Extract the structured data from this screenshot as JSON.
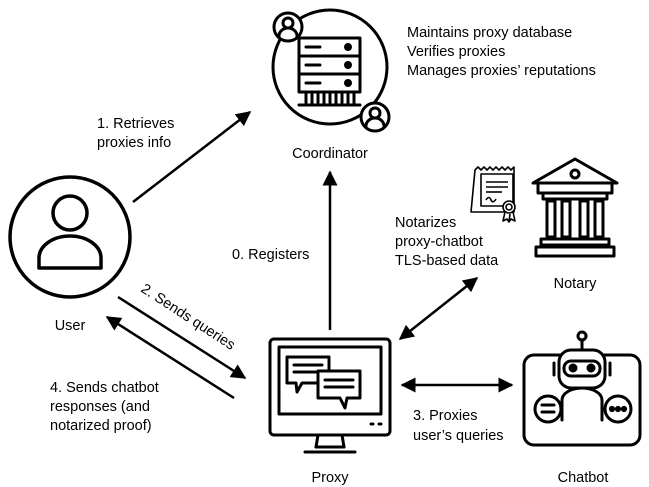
{
  "nodes": {
    "coordinator": {
      "label": "Coordinator",
      "icon": "server-with-users-icon"
    },
    "user": {
      "label": "User",
      "icon": "user-avatar-icon"
    },
    "notary": {
      "label": "Notary",
      "icon": "courthouse-icon"
    },
    "proxy": {
      "label": "Proxy",
      "icon": "monitor-with-chat-bubbles-icon"
    },
    "chatbot": {
      "label": "Chatbot",
      "icon": "robot-with-chat-icon"
    },
    "certificate": {
      "icon": "certificate-icon"
    }
  },
  "coordinator_notes": [
    "Maintains proxy database",
    "Verifies proxies",
    "Manages proxies’ reputations"
  ],
  "edges": {
    "retrieves": [
      "1. Retrieves",
      "proxies info"
    ],
    "registers": [
      "0. Registers"
    ],
    "sends_queries": [
      "2. Sends queries"
    ],
    "sends_responses": [
      "4. Sends chatbot",
      "responses (and",
      "notarized proof)"
    ],
    "notarizes": [
      "Notarizes",
      "proxy-chatbot",
      "TLS-based data"
    ],
    "proxies_queries": [
      "3. Proxies",
      "user’s queries"
    ]
  }
}
